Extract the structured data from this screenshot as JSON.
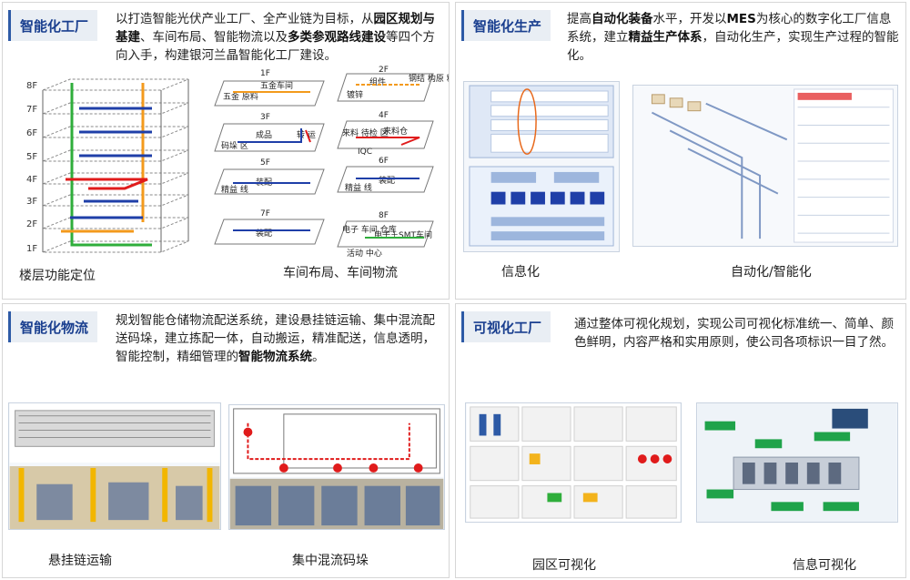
{
  "panels": {
    "factory": {
      "title": "智能化工厂",
      "desc_parts": [
        "以打造智能光伏产业工厂、全产业链为目标，从",
        "园区规划与基建",
        "、车间布局、智能物流以及",
        "多类参观路线建设",
        "等四个方向入手，构建银河兰晶智能化工厂建设。"
      ],
      "caption_left": "楼层功能定位",
      "caption_right": "车间布局、车间物流",
      "floors": [
        "8F",
        "7F",
        "6F",
        "5F",
        "4F",
        "3F",
        "2F",
        "1F"
      ],
      "plans": {
        "p1f": "1F",
        "p1f_a": "五金车间",
        "p1f_b": "五金\n原料",
        "p2f": "2F",
        "p2f_a": "组件",
        "p2f_b": "钢结\n构原\n料",
        "p2f_c": "镀锌",
        "p3f": "3F",
        "p3f_a": "成品",
        "p3f_b": "码垛\n区",
        "p3f_c": "转\n运",
        "p4f": "4F",
        "p4f_a": "来料仓",
        "p4f_b": "IQC",
        "p4f_c": "来料\n待检\n区",
        "p5f": "5F",
        "p5f_a": "装配",
        "p5f_b": "精益\n线",
        "p6f": "6F",
        "p6f_a": "装配",
        "p6f_b": "精益\n线",
        "p7f": "7F",
        "p7f_a": "装配",
        "p8f": "8F",
        "p8f_a": "电子\n车间\n仓库",
        "p8f_b": "电子＋SMT车间",
        "p8f_c": "活动\n中心"
      }
    },
    "production": {
      "title": "智能化生产",
      "desc_parts": [
        "提高",
        "自动化装备",
        "水平，开发以",
        "MES",
        "为核心的数字化工厂信息系统，建立",
        "精益生产体系",
        "，自动化生产，实现生产过程的智能化。"
      ],
      "caption_left": "信息化",
      "caption_right": "自动化/智能化"
    },
    "logistics": {
      "title": "智能化物流",
      "desc_parts": [
        "规划智能仓储物流配送系统，建设悬挂链运输、集中混流配送码垛，建立拣配一体，自动搬运，精准配送，信息透明，智能控制，精细管理的",
        "智能物流系统",
        "。"
      ],
      "caption_left": "悬挂链运输",
      "caption_right": "集中混流码垛"
    },
    "visual": {
      "title": "可视化工厂",
      "desc": "通过整体可视化规划，实现公司可视化标准统一、简单、颜色鲜明，内容严格和实用原则，使公司各项标识一目了然。",
      "caption_left": "园区可视化",
      "caption_right": "信息可视化"
    }
  },
  "colors": {
    "accent": "#1a3f8f",
    "tag_bg": "#e9eef4",
    "route_blue": "#1f3fa8",
    "route_red": "#e01b1b",
    "route_green": "#2fae3b",
    "route_orange": "#f39a1c"
  }
}
